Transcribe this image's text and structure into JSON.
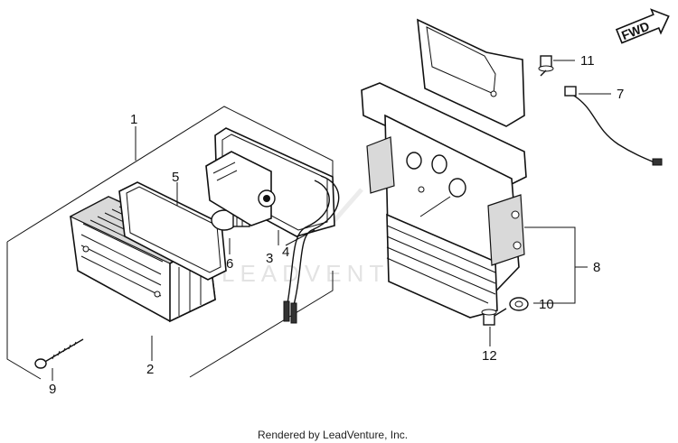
{
  "diagram": {
    "direction_label": "FWD",
    "watermark": "LEADVENTURE",
    "footer": "Rendered by LeadVenture, Inc.",
    "callouts": [
      {
        "id": "1",
        "label": "1"
      },
      {
        "id": "2",
        "label": "2"
      },
      {
        "id": "3",
        "label": "3"
      },
      {
        "id": "4",
        "label": "4"
      },
      {
        "id": "5",
        "label": "5"
      },
      {
        "id": "6",
        "label": "6"
      },
      {
        "id": "7",
        "label": "7"
      },
      {
        "id": "8",
        "label": "8"
      },
      {
        "id": "9",
        "label": "9"
      },
      {
        "id": "10",
        "label": "10"
      },
      {
        "id": "11",
        "label": "11"
      },
      {
        "id": "12",
        "label": "12"
      }
    ]
  }
}
